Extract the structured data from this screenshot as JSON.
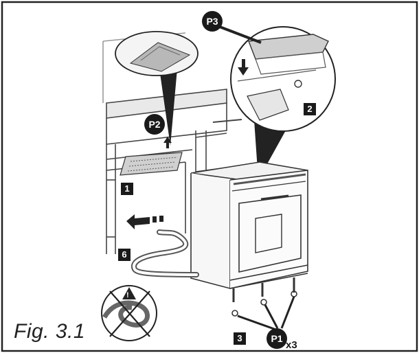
{
  "figure": {
    "caption": "Fig. 3.1"
  },
  "step_labels": {
    "s1": "1",
    "s2": "2",
    "s3": "3",
    "s6": "6"
  },
  "part_labels": {
    "p1": "P1",
    "p2": "P2",
    "p3": "P3"
  },
  "multiplier": "x3",
  "warning_symbol": "!"
}
